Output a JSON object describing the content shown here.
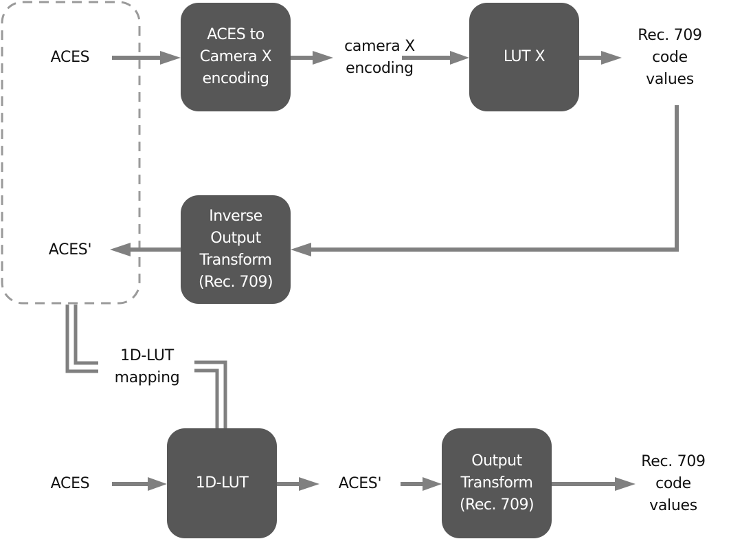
{
  "colors": {
    "box_fill": "#575757",
    "box_text": "#ffffff",
    "arrow": "#808080",
    "dashed_group": "#9a9a9a",
    "label_text": "#111111"
  },
  "top_row": {
    "input_label": "ACES",
    "box1": [
      "ACES to",
      "Camera X",
      "encoding"
    ],
    "mid_label": [
      "camera X",
      "encoding"
    ],
    "box2": [
      "LUT X"
    ],
    "output_label": [
      "Rec. 709",
      "code",
      "values"
    ]
  },
  "middle_row": {
    "box": [
      "Inverse",
      "Output",
      "Transform",
      "(Rec. 709)"
    ],
    "output_label": "ACES'"
  },
  "mapping": {
    "label": [
      "1D-LUT",
      "mapping"
    ]
  },
  "bottom_row": {
    "input_label": "ACES",
    "box1": [
      "1D-LUT"
    ],
    "mid_label": "ACES'",
    "box2": [
      "Output",
      "Transform",
      "(Rec. 709)"
    ],
    "output_label": [
      "Rec. 709",
      "code",
      "values"
    ]
  }
}
